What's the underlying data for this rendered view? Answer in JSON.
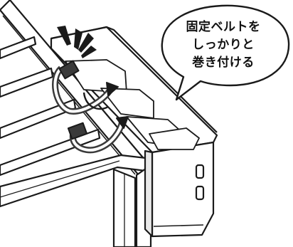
{
  "callout": {
    "lines": [
      "固定ベルトを",
      "しっかりと",
      "巻き付ける"
    ]
  },
  "colors": {
    "line": "#1a1a1a",
    "fill": "#ffffff",
    "shade": "#6e6e6e",
    "strap": "#3a3a3a"
  }
}
